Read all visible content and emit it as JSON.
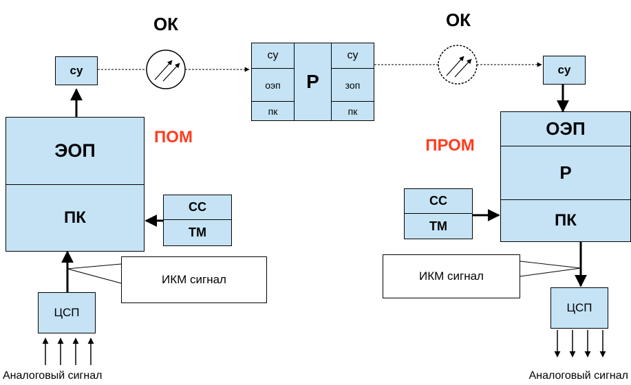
{
  "labels": {
    "ok_left": "ОК",
    "ok_right": "ОК",
    "pom": "ПОМ",
    "prom": "ПРОМ",
    "analog_left": "Аналоговый сигнал",
    "analog_right": "Аналоговый сигнал"
  },
  "transmitter": {
    "su": "су",
    "eop": "ЭОП",
    "pk": "ПК",
    "cc": "СС",
    "tm": "ТМ",
    "csp": "ЦСП",
    "ikm_callout": "ИКМ сигнал"
  },
  "repeater": {
    "left_su": "су",
    "left_oep": "оэп",
    "left_pk": "пк",
    "center": "Р",
    "right_su": "су",
    "right_zop": "зоп",
    "right_pk": "пк"
  },
  "receiver": {
    "su": "су",
    "oep": "ОЭП",
    "r": "Р",
    "pk": "ПК",
    "cc": "СС",
    "tm": "ТМ",
    "csp": "ЦСП",
    "ikm_callout": "ИКМ сигнал"
  },
  "colors": {
    "block_fill": "#c5e3f5",
    "accent_red": "#ff3c1e",
    "line": "#000000"
  }
}
